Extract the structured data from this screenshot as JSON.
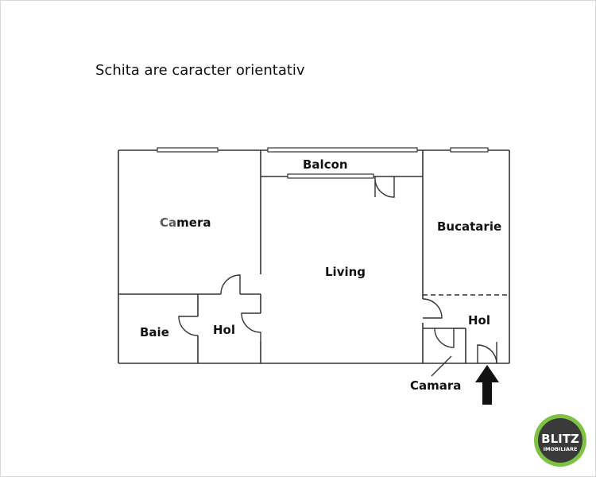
{
  "note": "Schita are caracter orientativ",
  "rooms": {
    "camera_a": "Ca",
    "camera_b": "mera",
    "balcon": "Balcon",
    "living": "Living",
    "bucatarie": "Bucatarie",
    "baie": "Baie",
    "hol_left": "Hol",
    "hol_right": "Hol",
    "camara": "Camara"
  },
  "logo": {
    "line1": "BLITZ",
    "line2": "IMOBILIARE",
    "ring_color": "#7dc242",
    "dark_color": "#3a3a3a"
  },
  "colors": {
    "wall": "#333333",
    "camera_prefix": "#5a5a5a"
  },
  "icons": {
    "entrance": "entrance-arrow-icon"
  }
}
